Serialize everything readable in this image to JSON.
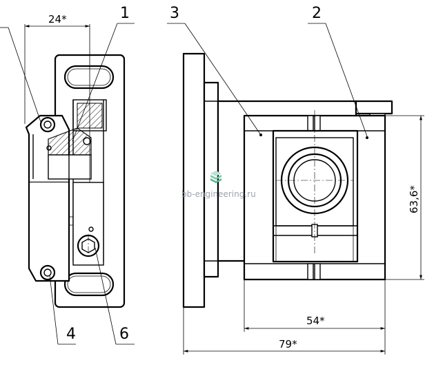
{
  "labels": {
    "part1": "1",
    "part2": "2",
    "part3": "3",
    "part4": "4",
    "part6": "6"
  },
  "dimensions": {
    "width_top": "24*",
    "height_right": "63,6*",
    "width_inner": "54*",
    "width_total": "79*"
  },
  "watermark": {
    "text": "bb-engineering.ru",
    "icon": "cube-stack-icon"
  },
  "colors": {
    "line": "#000000",
    "watermark": "#9ca3af",
    "watermark_icon": "#7fc8a9"
  }
}
